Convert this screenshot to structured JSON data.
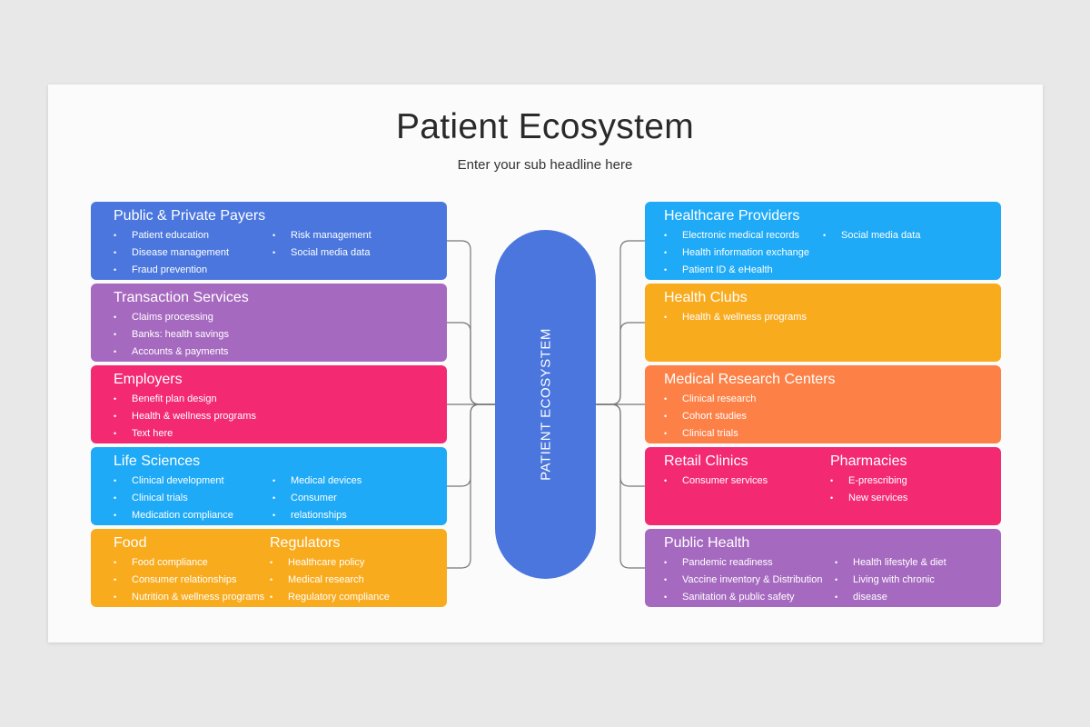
{
  "title": "Patient Ecosystem",
  "subtitle": "Enter your sub headline here",
  "center_label": "PATIENT ECOSYSTEM",
  "colors": {
    "blue": "#4a76de",
    "purple": "#a669c0",
    "pink": "#f32a72",
    "sky": "#1eaaf7",
    "yellow": "#f9ab1e",
    "orange": "#fd8147",
    "center": "#4a76de"
  },
  "left_cards": [
    {
      "color": "blue",
      "columns": [
        {
          "title": "Public & Private Payers",
          "items": [
            "Patient education",
            "Disease management",
            "Fraud prevention"
          ]
        },
        {
          "title": "",
          "items": [
            "Risk management",
            "Social media data"
          ]
        }
      ]
    },
    {
      "color": "purple",
      "columns": [
        {
          "title": "Transaction Services",
          "items": [
            "Claims processing",
            "Banks: health savings",
            "Accounts & payments"
          ]
        }
      ]
    },
    {
      "color": "pink",
      "columns": [
        {
          "title": "Employers",
          "items": [
            "Benefit plan design",
            "Health & wellness programs",
            "Text here"
          ]
        }
      ]
    },
    {
      "color": "sky",
      "columns": [
        {
          "title": "Life Sciences",
          "items": [
            "Clinical development",
            "Clinical trials",
            "Medication compliance"
          ]
        },
        {
          "title": "",
          "items": [
            "Medical devices",
            "Consumer",
            "relationships"
          ]
        }
      ]
    },
    {
      "color": "yellow",
      "columns": [
        {
          "title": "Food",
          "items": [
            "Food compliance",
            "Consumer relationships",
            "Nutrition & wellness programs"
          ]
        },
        {
          "title": "Regulators",
          "items": [
            "Healthcare policy",
            "Medical research",
            "Regulatory compliance"
          ]
        }
      ]
    }
  ],
  "right_cards": [
    {
      "color": "sky",
      "columns": [
        {
          "title": "Healthcare Providers",
          "items": [
            "Electronic medical records",
            "Health information exchange",
            "Patient ID & eHealth"
          ]
        },
        {
          "title": "",
          "items": [
            "Social media data"
          ]
        }
      ]
    },
    {
      "color": "yellow",
      "columns": [
        {
          "title": "Health Clubs",
          "items": [
            "Health & wellness programs"
          ]
        }
      ]
    },
    {
      "color": "orange",
      "columns": [
        {
          "title": "Medical Research Centers",
          "items": [
            "Clinical research",
            "Cohort studies",
            "Clinical trials"
          ]
        }
      ]
    },
    {
      "color": "pink",
      "columns": [
        {
          "title": "Retail Clinics",
          "items": [
            "Consumer services"
          ]
        },
        {
          "title": "Pharmacies",
          "items": [
            "E-prescribing",
            "New services"
          ]
        }
      ]
    },
    {
      "color": "purple",
      "columns": [
        {
          "title": "Public Health",
          "items": [
            "Pandemic readiness",
            "Vaccine inventory & Distribution",
            "Sanitation & public safety"
          ]
        },
        {
          "title": "",
          "items": [
            "Health lifestyle & diet",
            "Living with chronic",
            "disease"
          ]
        }
      ]
    }
  ]
}
